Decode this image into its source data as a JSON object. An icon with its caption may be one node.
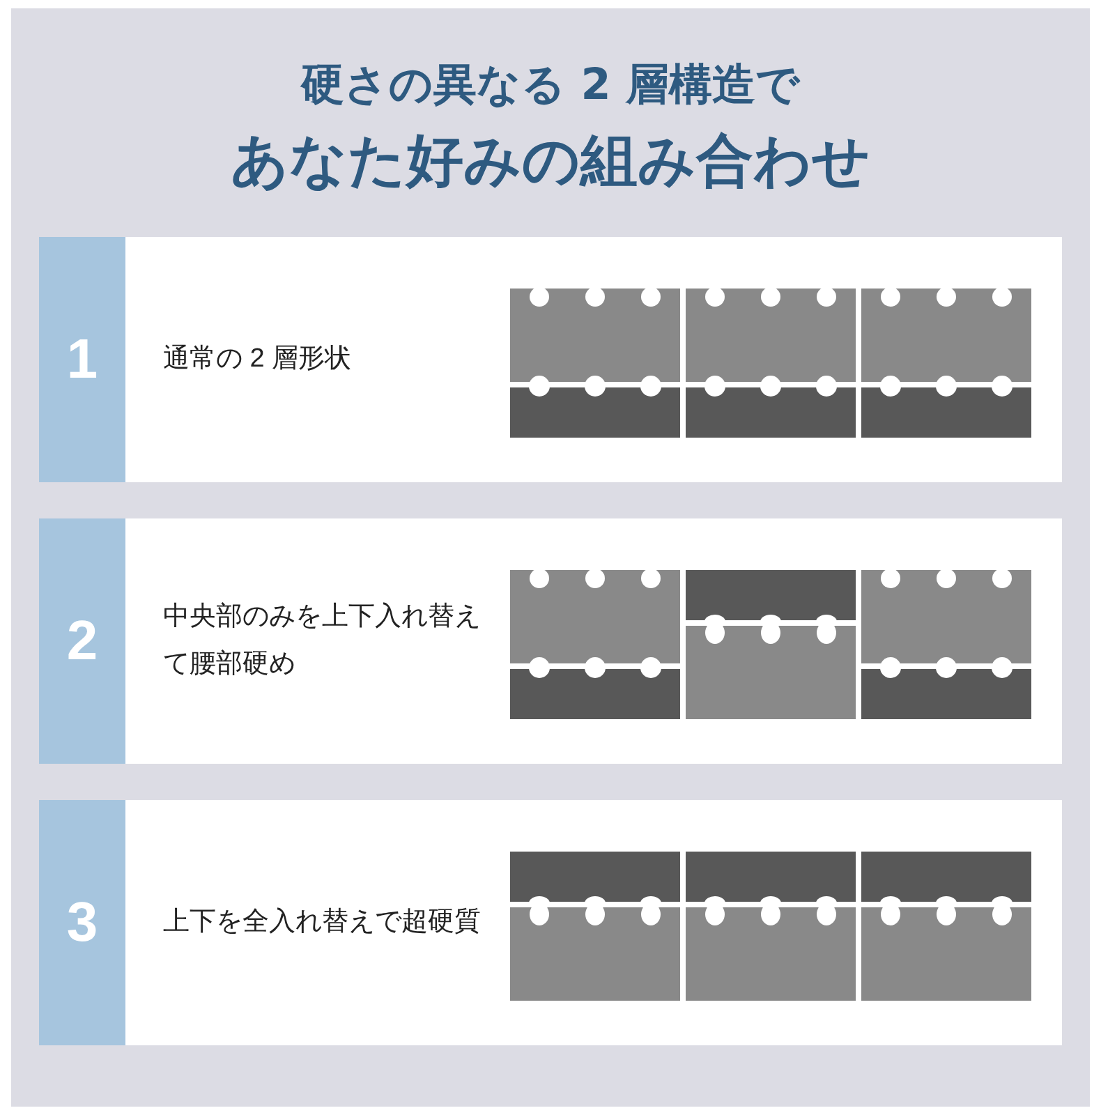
{
  "diagram": {
    "title": "硬さの異なる 2 層構造で",
    "nodes": [
      {
        "text": [
          "通常の 2 層形状"
        ]
      },
      {
        "text": [
          "1"
        ],
        "in": 0
      },
      {
        "text": [
          "中央部のみを上下入れ替えて腰部硬め"
        ]
      },
      {
        "text": [
          "2"
        ],
        "in": 2
      },
      {
        "text": [
          "上下を全入れ替えで超硬質"
        ]
      },
      {
        "text": [
          "3"
        ],
        "in": 4
      }
    ],
    "labels": [
      "あなた好みの組み合わせ"
    ]
  }
}
